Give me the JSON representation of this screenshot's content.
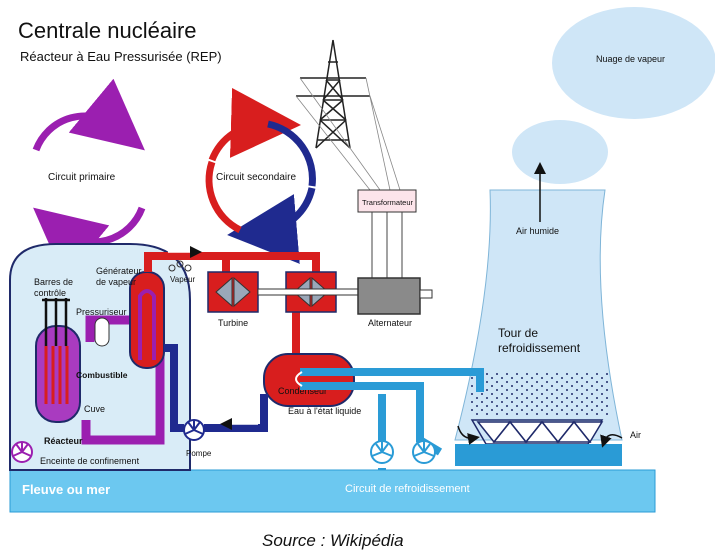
{
  "header": {
    "title": "Centrale nucléaire",
    "subtitle": "Réacteur à Eau Pressurisée (REP)"
  },
  "labels": {
    "circuit_primaire": "Circuit primaire",
    "circuit_secondaire": "Circuit secondaire",
    "nuage": "Nuage de vapeur",
    "air_humide": "Air humide",
    "transformateur": "Transformateur",
    "barres": "Barres de",
    "controle": "contrôle",
    "generateur_1": "Générateur",
    "generateur_2": "de vapeur",
    "vapeur": "Vapeur",
    "pressuriseur": "Pressuriseur",
    "combustible": "Combustible",
    "cuve": "Cuve",
    "reacteur": "Réacteur",
    "enceinte": "Enceinte de confinement",
    "turbine": "Turbine",
    "alternateur": "Alternateur",
    "tour_1": "Tour de",
    "tour_2": "refroidissement",
    "condenseur": "Condenseur",
    "eau_liquide": "Eau à l'état liquide",
    "pompe": "Pompe",
    "air": "Air",
    "fleuve": "Fleuve ou mer",
    "circuit_refroidissement": "Circuit de refroidissement"
  },
  "footer": {
    "source": "Source : Wikipédia"
  },
  "colors": {
    "primary_loop": "#9b1fb0",
    "steam": "#d81e1e",
    "water": "#1f2a8f",
    "cooling": "#2a9bd6",
    "river": "#6cc8f0",
    "containment": "#d9ecf7",
    "cloud": "#cfe6f7"
  }
}
